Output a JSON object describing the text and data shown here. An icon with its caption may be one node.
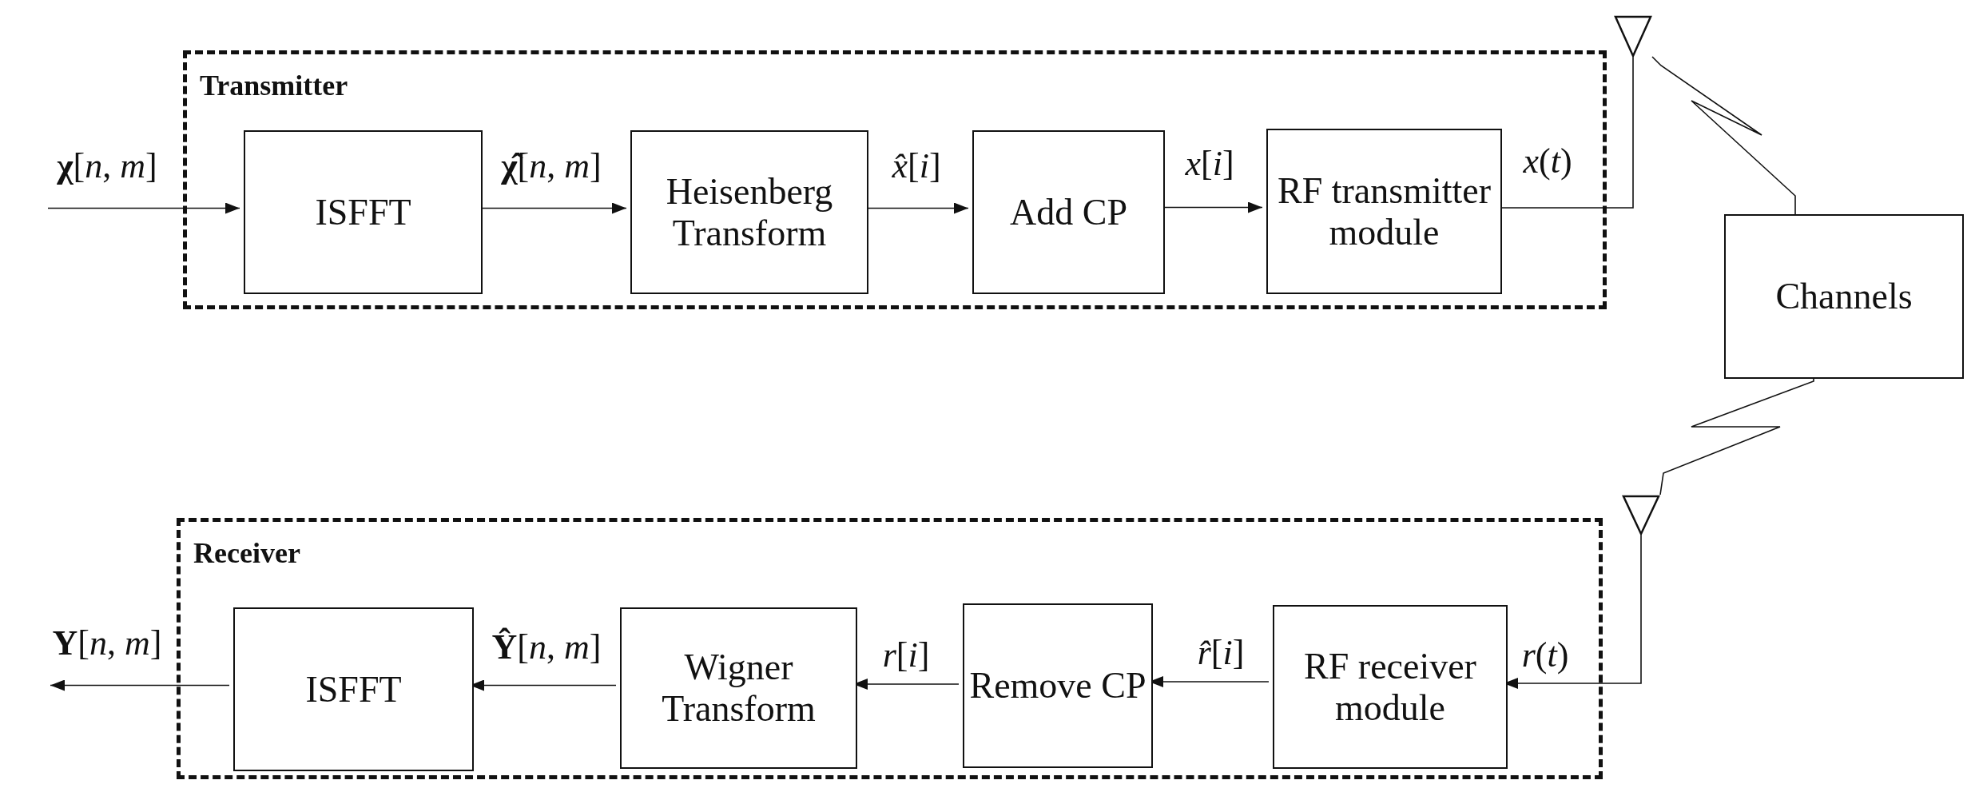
{
  "diagram": {
    "nodes": [
      {
        "text": [
          "Transmitter"
        ]
      },
      {
        "text": [
          "ISFFT"
        ],
        "in": 0
      },
      {
        "text": [
          "Heisenberg Transform"
        ],
        "in": 0
      },
      {
        "text": [
          "Add CP"
        ],
        "in": 0
      },
      {
        "text": [
          "RF transmitter module"
        ],
        "in": 0
      },
      {
        "text": [],
        "shape": "antenna"
      },
      {
        "text": [
          "Channels"
        ]
      },
      {
        "text": [
          "Receiver"
        ]
      },
      {
        "text": [],
        "shape": "antenna"
      },
      {
        "text": [
          "RF receiver module"
        ],
        "in": 7
      },
      {
        "text": [
          "Remove CP"
        ],
        "in": 7
      },
      {
        "text": [
          "Wigner Transform"
        ],
        "in": 7
      },
      {
        "text": [
          "ISFFT"
        ],
        "in": 7
      }
    ],
    "edges": [
      {
        "from": null,
        "to": 1,
        "arrow": "to",
        "label": "**χ**[*n*, *m*]"
      },
      {
        "from": 1,
        "to": 2,
        "arrow": "to",
        "label": "**χ̂**[*n*, *m*]"
      },
      {
        "from": 2,
        "to": 3,
        "arrow": "to",
        "label": "*x̂*[*i*]"
      },
      {
        "from": 3,
        "to": 4,
        "arrow": "to",
        "label": "*x*[*i*]"
      },
      {
        "from": 4,
        "to": 5,
        "arrow": "none",
        "label": "*x*(*t*)"
      },
      {
        "from": 5,
        "to": 6,
        "arrow": "none"
      },
      {
        "from": 6,
        "to": 8,
        "arrow": "none"
      },
      {
        "from": 8,
        "to": 9,
        "arrow": "to",
        "label": "*r*(*t*)"
      },
      {
        "from": 9,
        "to": 10,
        "arrow": "to",
        "label": "*r̂*[*i*]"
      },
      {
        "from": 10,
        "to": 11,
        "arrow": "to",
        "label": "*r*[*i*]"
      },
      {
        "from": 11,
        "to": 12,
        "arrow": "to",
        "label": "**Ŷ**[*n*, *m*]"
      },
      {
        "from": 12,
        "to": null,
        "arrow": "to",
        "label": "**Y**[*n*, *m*]"
      }
    ]
  }
}
